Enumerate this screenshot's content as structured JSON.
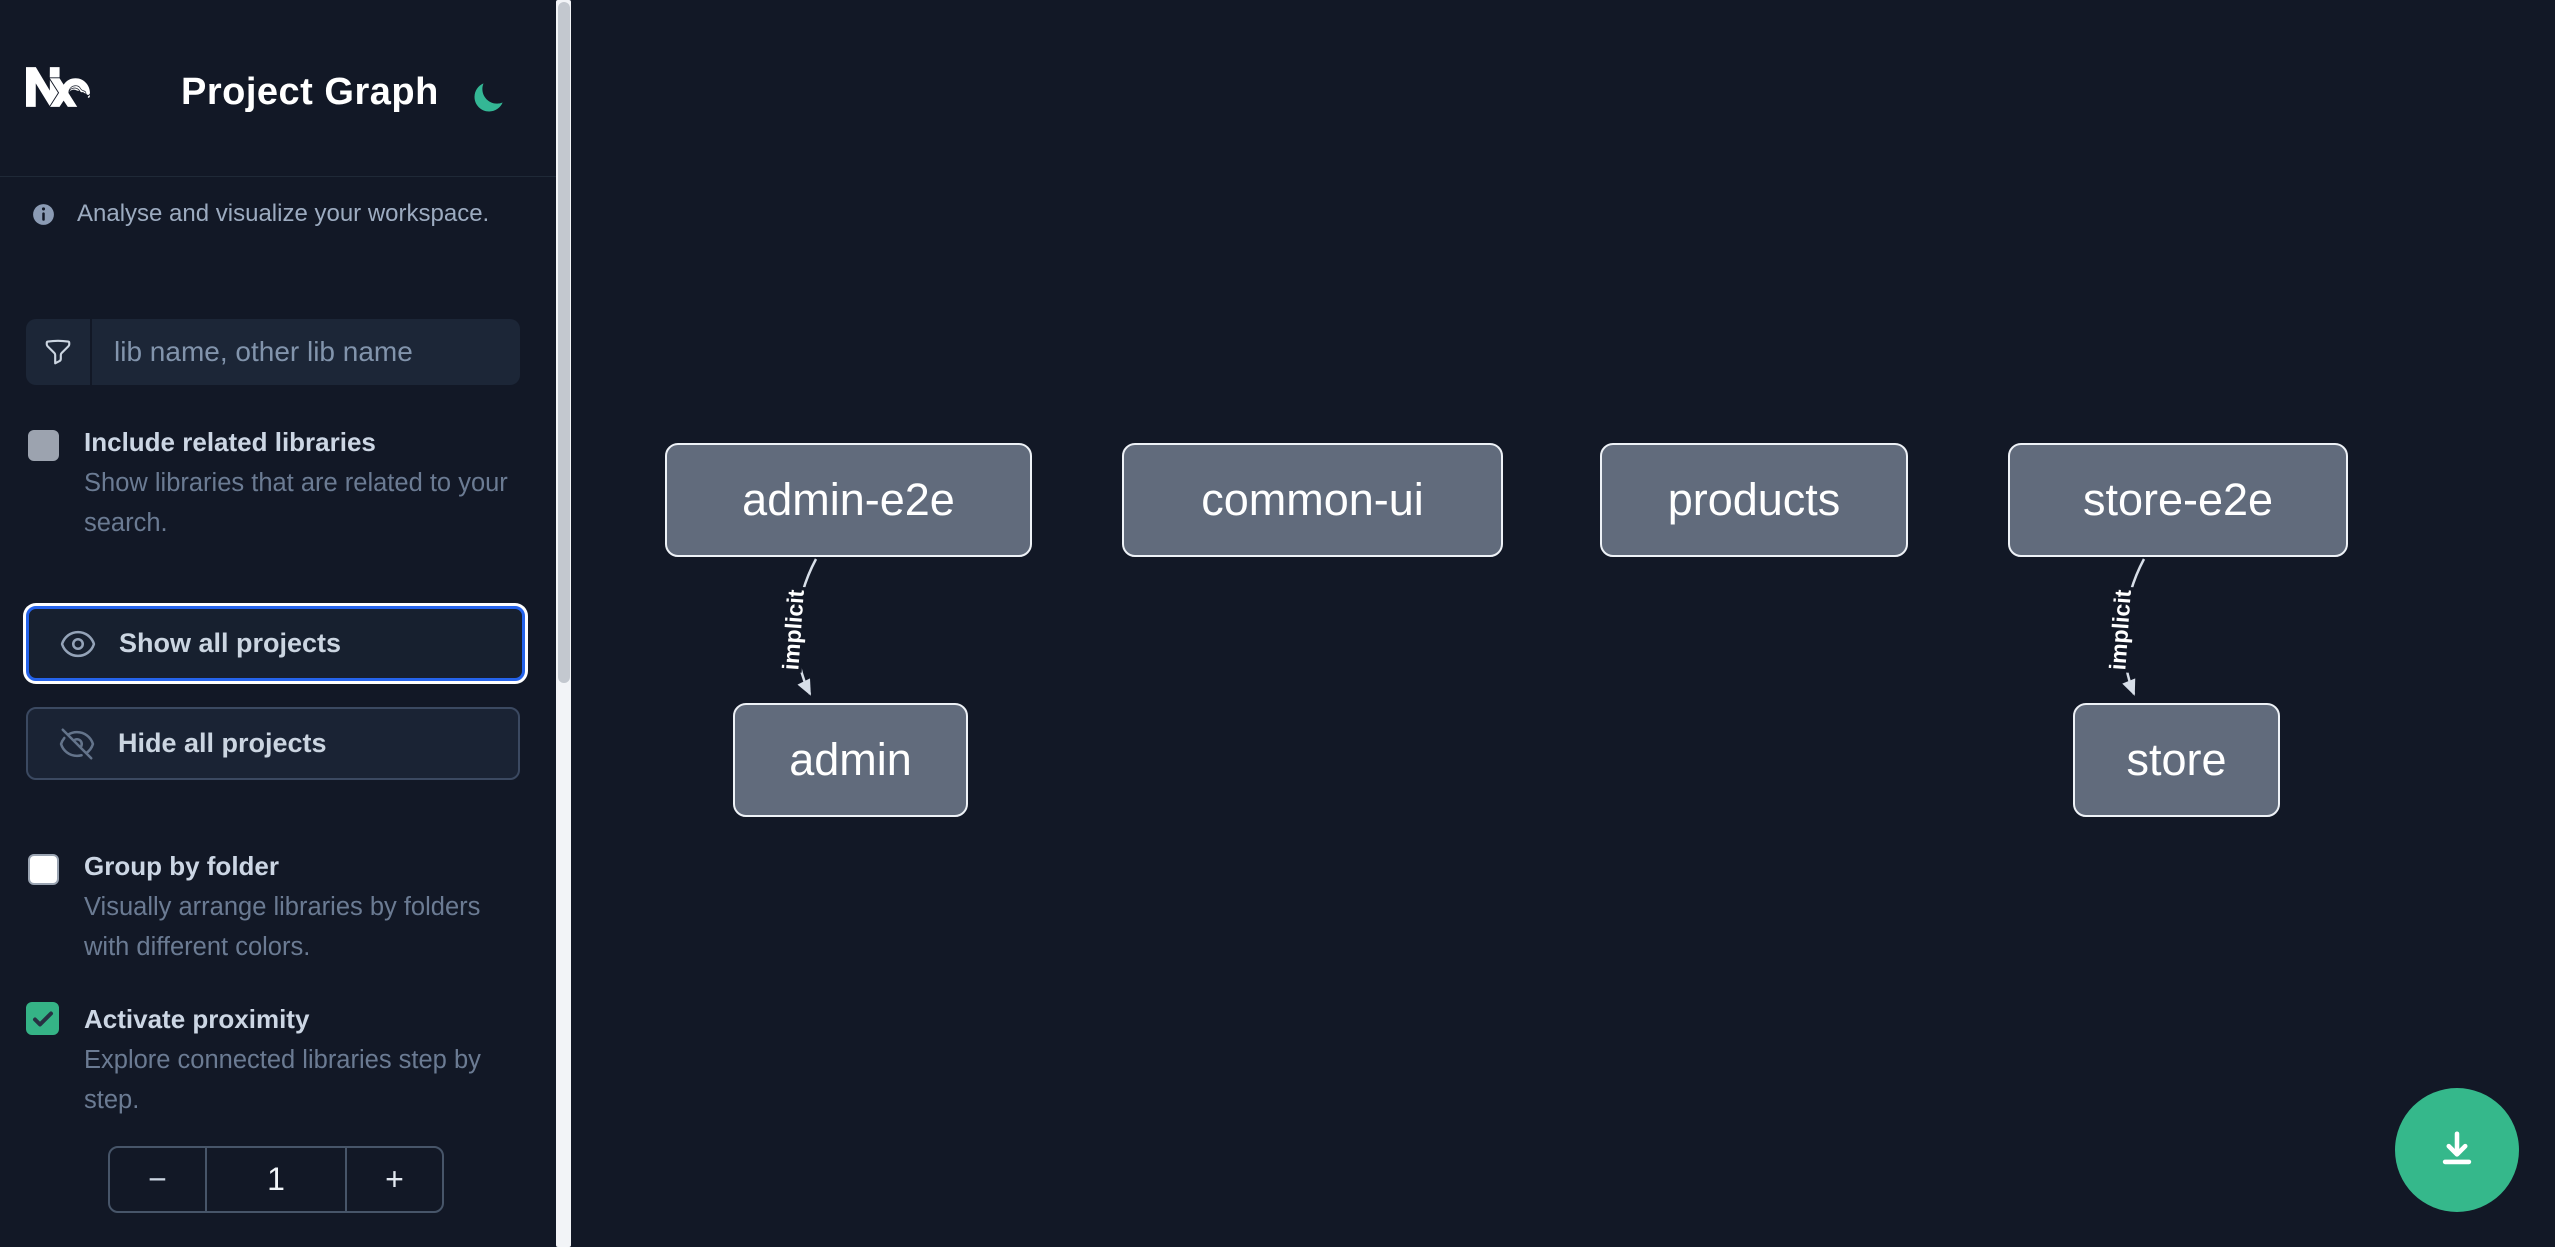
{
  "header": {
    "title": "Project Graph",
    "logo": "nx-logo",
    "theme_toggle_icon": "moon"
  },
  "sidebar": {
    "tagline": "Analyse and visualize your workspace.",
    "search": {
      "placeholder": "lib name, other lib name",
      "value": ""
    },
    "options": [
      {
        "label": "Include related libraries",
        "description": "Show libraries that are related to your search.",
        "checked": false
      },
      {
        "label": "Group by folder",
        "description": "Visually arrange libraries by folders with different colors.",
        "checked": false
      },
      {
        "label": "Activate proximity",
        "description": "Explore connected libraries step by step.",
        "checked": true
      }
    ],
    "actions": [
      {
        "label": "Show all projects",
        "icon": "eye",
        "focused": true
      },
      {
        "label": "Hide all projects",
        "icon": "eye-slash",
        "focused": false
      }
    ],
    "stepper": {
      "decrement": "−",
      "value": "1",
      "increment": "+"
    }
  },
  "graph": {
    "nodes": [
      {
        "id": "admin-e2e",
        "label": "admin-e2e"
      },
      {
        "id": "common-ui",
        "label": "common-ui"
      },
      {
        "id": "products",
        "label": "products"
      },
      {
        "id": "store-e2e",
        "label": "store-e2e"
      },
      {
        "id": "admin",
        "label": "admin"
      },
      {
        "id": "store",
        "label": "store"
      }
    ],
    "edges": [
      {
        "from": "admin-e2e",
        "to": "admin",
        "label": "implicit",
        "type": "implicit"
      },
      {
        "from": "store-e2e",
        "to": "store",
        "label": "implicit",
        "type": "implicit"
      }
    ]
  },
  "fab": {
    "icon": "download"
  },
  "colors": {
    "background": "#121826",
    "accent_green": "#35b386",
    "focus_blue": "#2563eb",
    "node_fill": "#616b7c",
    "node_border": "#eef2f7",
    "edge": "#d7dee8"
  }
}
